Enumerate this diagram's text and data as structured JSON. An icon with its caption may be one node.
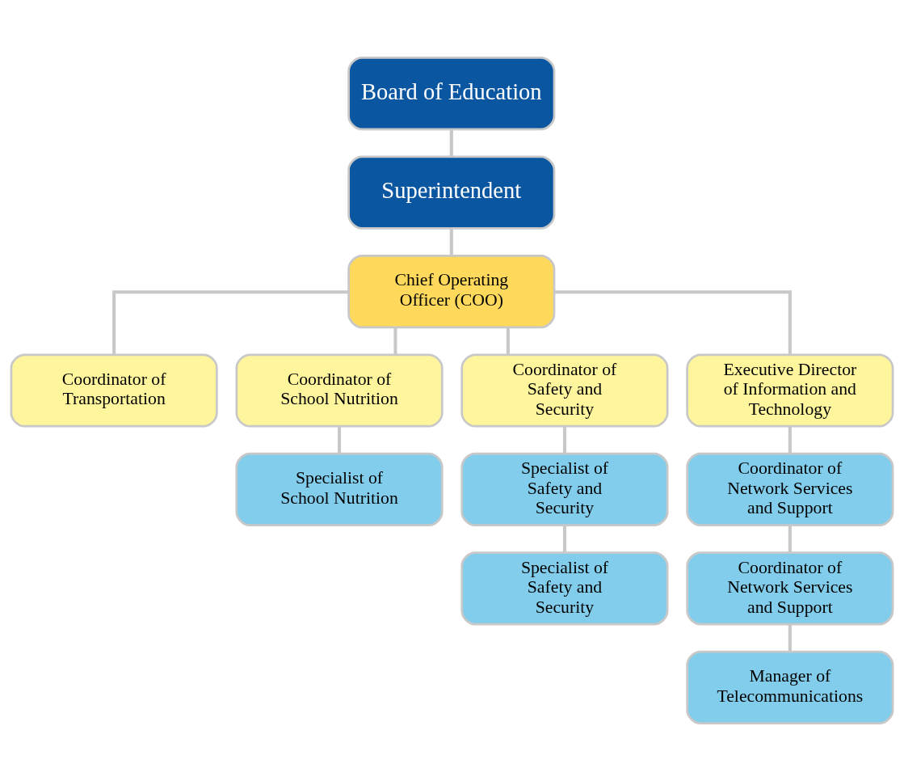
{
  "diagram": {
    "nodes": [
      {
        "text": [
          "Board of Education"
        ]
      },
      {
        "text": [
          "Superintendent"
        ]
      },
      {
        "text": [
          "Chief Operating Officer (COO)"
        ]
      },
      {
        "text": [
          "Coordinator of Transportation"
        ]
      },
      {
        "text": [
          "Coordinator of School Nutrition"
        ]
      },
      {
        "text": [
          "Coordinator of Safety and Security"
        ]
      },
      {
        "text": [
          "Executive Director of Information and Technology"
        ]
      },
      {
        "text": [
          "Specialist of School Nutrition"
        ]
      },
      {
        "text": [
          "Specialist of Safety and Security"
        ]
      },
      {
        "text": [
          "Specialist of Safety and Security"
        ]
      },
      {
        "text": [
          "Coordinator of Network Services and Support"
        ]
      },
      {
        "text": [
          "Coordinator of Network Services and Support"
        ]
      },
      {
        "text": [
          "Manager of Telecommunications"
        ]
      }
    ],
    "edges": [
      {
        "from": 0,
        "to": 1,
        "arrow": "none"
      },
      {
        "from": 1,
        "to": 2,
        "arrow": "none"
      },
      {
        "from": 2,
        "to": 3,
        "arrow": "none"
      },
      {
        "from": 2,
        "to": 4,
        "arrow": "none"
      },
      {
        "from": 2,
        "to": 5,
        "arrow": "none"
      },
      {
        "from": 2,
        "to": 6,
        "arrow": "none"
      },
      {
        "from": 4,
        "to": 7,
        "arrow": "none"
      },
      {
        "from": 5,
        "to": 8,
        "arrow": "none"
      },
      {
        "from": 8,
        "to": 9,
        "arrow": "none"
      },
      {
        "from": 6,
        "to": 10,
        "arrow": "none"
      },
      {
        "from": 10,
        "to": 11,
        "arrow": "none"
      },
      {
        "from": 11,
        "to": 12,
        "arrow": "none"
      }
    ]
  }
}
